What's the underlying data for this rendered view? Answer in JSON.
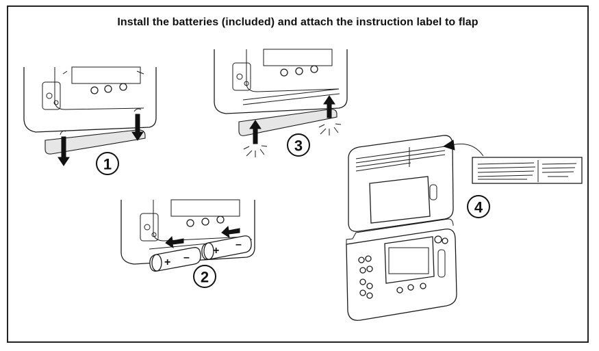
{
  "title": "Install the batteries (included) and attach the instruction label to flap",
  "steps": [
    {
      "number": "1"
    },
    {
      "number": "2"
    },
    {
      "number": "3"
    },
    {
      "number": "4"
    }
  ],
  "battery_signs": {
    "plus": "+",
    "minus": "–"
  }
}
